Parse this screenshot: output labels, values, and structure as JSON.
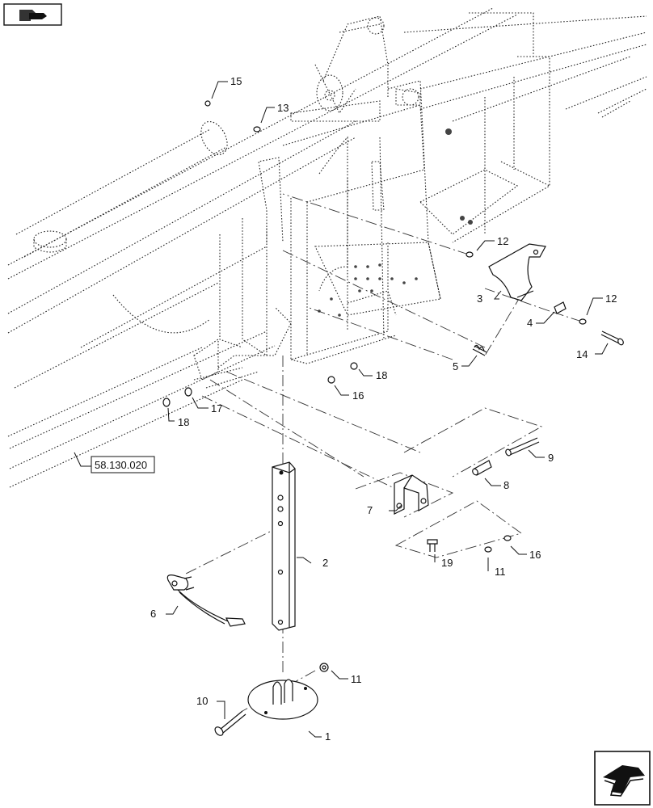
{
  "nav": {
    "top_icon": "book-page-icon",
    "bottom_icon": "next-page-arrow-icon"
  },
  "reference_label": "58.130.020",
  "callouts": [
    {
      "id": "c1",
      "text": "1"
    },
    {
      "id": "c2",
      "text": "2"
    },
    {
      "id": "c3",
      "text": "3"
    },
    {
      "id": "c4",
      "text": "4"
    },
    {
      "id": "c5",
      "text": "5"
    },
    {
      "id": "c6",
      "text": "6"
    },
    {
      "id": "c7",
      "text": "7"
    },
    {
      "id": "c8",
      "text": "8"
    },
    {
      "id": "c9",
      "text": "9"
    },
    {
      "id": "c10",
      "text": "10"
    },
    {
      "id": "c11a",
      "text": "11"
    },
    {
      "id": "c11b",
      "text": "11"
    },
    {
      "id": "c12a",
      "text": "12"
    },
    {
      "id": "c12b",
      "text": "12"
    },
    {
      "id": "c13",
      "text": "13"
    },
    {
      "id": "c14",
      "text": "14"
    },
    {
      "id": "c15",
      "text": "15"
    },
    {
      "id": "c16a",
      "text": "16"
    },
    {
      "id": "c16b",
      "text": "16"
    },
    {
      "id": "c17",
      "text": "17"
    },
    {
      "id": "c18a",
      "text": "18"
    },
    {
      "id": "c18b",
      "text": "18"
    },
    {
      "id": "c19",
      "text": "19"
    }
  ]
}
